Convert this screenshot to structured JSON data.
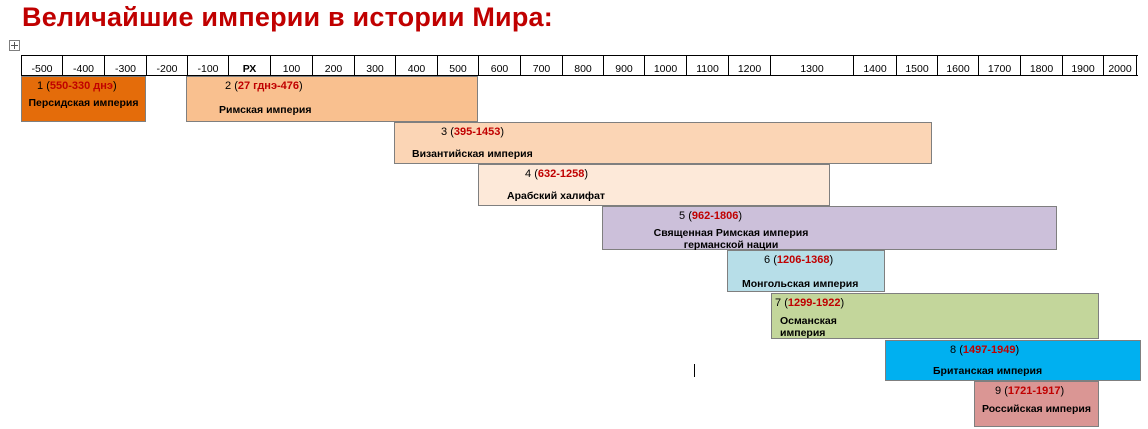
{
  "title": "Величайшие империи в истории Мира:",
  "ruler": [
    "-500",
    "-400",
    "-300",
    "-200",
    "-100",
    "РХ",
    "100",
    "200",
    "300",
    "400",
    "500",
    "600",
    "700",
    "800",
    "900",
    "1000",
    "1100",
    "1200",
    "1300",
    "1400",
    "1500",
    "1600",
    "1700",
    "1800",
    "1900",
    "2000"
  ],
  "empires": [
    {
      "num": "1",
      "open": "(",
      "dates": "550-330 днэ",
      "close": ")",
      "name": "Персидская империя",
      "color": "#e46c0a"
    },
    {
      "num": "2",
      "open": "(",
      "dates": "27 гднэ-476",
      "close": ")",
      "name": "Римская империя",
      "color": "#f9c08f"
    },
    {
      "num": "3",
      "open": "(",
      "dates": "395-1453",
      "close": ")",
      "name": "Византийская империя",
      "color": "#fbd5b5"
    },
    {
      "num": "4",
      "open": "(",
      "dates": "632-1258",
      "close": ")",
      "name": "Арабский халифат",
      "color": "#fde9d9"
    },
    {
      "num": "5",
      "open": "(",
      "dates": "962-1806",
      "close": ")",
      "name": "Священная Римская империя германской нации",
      "color": "#ccc0da"
    },
    {
      "num": "6",
      "open": "(",
      "dates": "1206-1368",
      "close": ")",
      "name": "Монгольская империя",
      "color": "#b7dee8"
    },
    {
      "num": "7",
      "open": "(",
      "dates": "1299-1922",
      "close": ")",
      "name": "Османская империя",
      "color": "#c3d69b"
    },
    {
      "num": "8",
      "open": "(",
      "dates": "1497-1949",
      "close": ")",
      "name": "Британская империя",
      "color": "#00b0f0"
    },
    {
      "num": "9",
      "open": "(",
      "dates": "1721-1917",
      "close": ")",
      "name": "Российская империя",
      "color": "#da9694"
    }
  ]
}
